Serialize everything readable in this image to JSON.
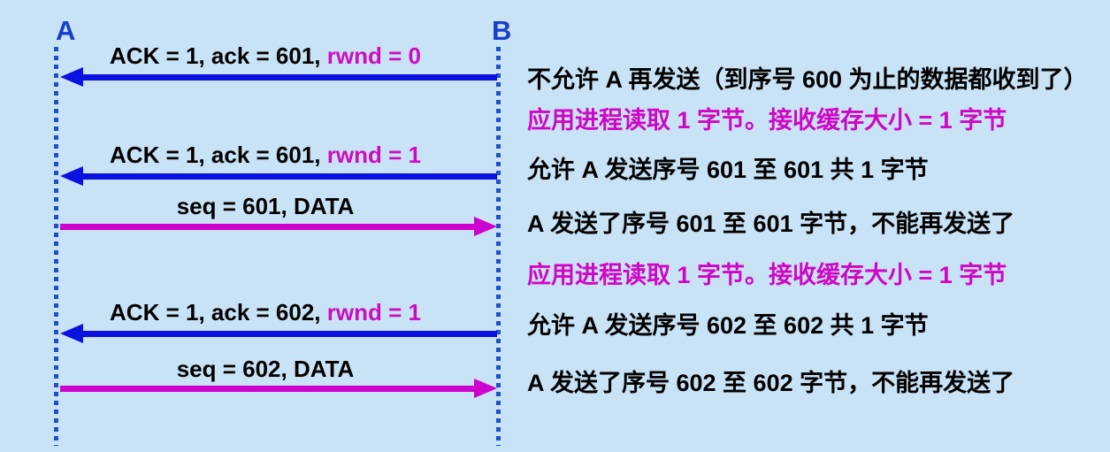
{
  "diagram": {
    "type": "tcp-flow-control-sequence-diagram",
    "colors": {
      "background": "#c8e3f6",
      "host_label_blue": "#1a3ec9",
      "lifeline_blue": "#2050c5",
      "ack_arrow_blue": "#0b11df",
      "data_arrow_magenta": "#cd00cd",
      "accent_text_magenta": "#cf06c4",
      "text_black": "#000000"
    },
    "hosts": [
      {
        "label": "A"
      },
      {
        "label": "B"
      }
    ],
    "messages": [
      {
        "from": "B",
        "to": "A",
        "text": "ACK = 1, ack = 601, ",
        "accent_text": "rwnd = 0",
        "arrow_color": "blue"
      },
      {
        "from": "B",
        "to": "A",
        "text": "ACK = 1, ack = 601, ",
        "accent_text": "rwnd = 1",
        "arrow_color": "blue"
      },
      {
        "from": "A",
        "to": "B",
        "text": "seq = 601, DATA",
        "accent_text": "",
        "arrow_color": "magenta"
      },
      {
        "from": "B",
        "to": "A",
        "text": "ACK = 1, ack = 602, ",
        "accent_text": "rwnd = 1",
        "arrow_color": "blue"
      },
      {
        "from": "A",
        "to": "B",
        "text": "seq = 602, DATA",
        "accent_text": "",
        "arrow_color": "magenta"
      }
    ],
    "annotations": [
      {
        "text": "不允许 A 再发送（到序号 600 为止的数据都收到了）",
        "emphasis": false
      },
      {
        "text": "应用进程读取 1 字节。接收缓存大小 = 1 字节",
        "emphasis": true
      },
      {
        "text": "允许 A 发送序号 601 至 601  共 1 字节",
        "emphasis": false
      },
      {
        "text": "A 发送了序号 601 至 601 字节，不能再发送了",
        "emphasis": false
      },
      {
        "text": "应用进程读取 1 字节。接收缓存大小 = 1 字节",
        "emphasis": true
      },
      {
        "text": "允许 A 发送序号 602 至 602  共 1 字节",
        "emphasis": false
      },
      {
        "text": "A 发送了序号 602 至 602 字节，不能再发送了",
        "emphasis": false
      }
    ]
  }
}
